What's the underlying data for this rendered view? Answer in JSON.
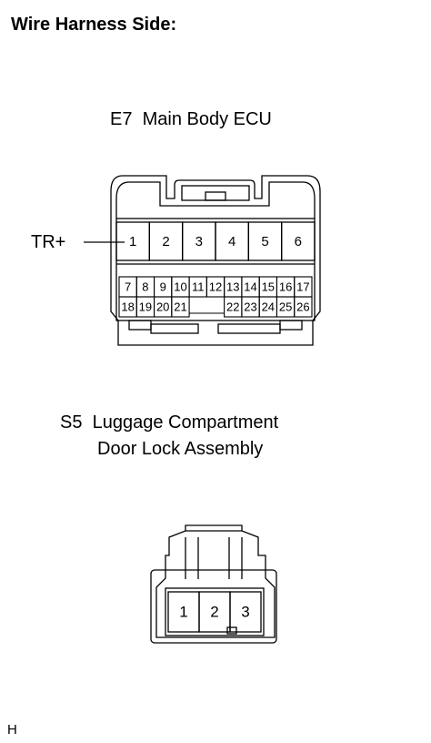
{
  "heading": "Wire Harness Side:",
  "connector_e7": {
    "code": "E7",
    "name": "Main Body ECU",
    "signal_label": "TR+",
    "pins_top": [
      "1",
      "2",
      "3",
      "4",
      "5",
      "6"
    ],
    "pins_row2": [
      "7",
      "8",
      "9",
      "10",
      "11",
      "12",
      "13",
      "14",
      "15",
      "16",
      "17"
    ],
    "pins_row3": [
      "18",
      "19",
      "20",
      "21",
      "22",
      "23",
      "24",
      "25",
      "26"
    ]
  },
  "connector_s5": {
    "code": "S5",
    "name_line1": "Luggage Compartment",
    "name_line2": "Door Lock Assembly",
    "pins": [
      "1",
      "2",
      "3"
    ]
  },
  "corner_mark": "H"
}
